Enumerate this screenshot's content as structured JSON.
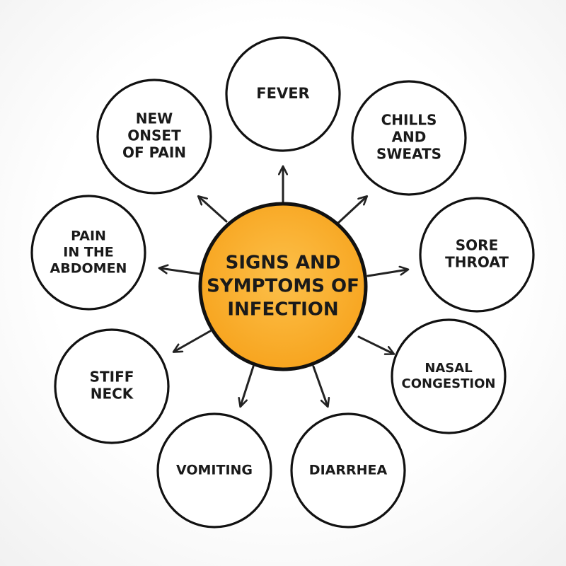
{
  "center": {
    "lines": [
      "SIGNS AND",
      "SYMPTOMS OF",
      "INFECTION"
    ],
    "fill": "#f7a21b",
    "highlight": "#fcc04a"
  },
  "nodes": [
    {
      "id": "fever",
      "lines": [
        "FEVER"
      ]
    },
    {
      "id": "chills-and-sweats",
      "lines": [
        "CHILLS",
        "AND",
        "SWEATS"
      ]
    },
    {
      "id": "sore-throat",
      "lines": [
        "SORE",
        "THROAT"
      ]
    },
    {
      "id": "nasal-congestion",
      "lines": [
        "NASAL",
        "CONGESTION"
      ]
    },
    {
      "id": "diarrhea",
      "lines": [
        "DIARRHEA"
      ]
    },
    {
      "id": "vomiting",
      "lines": [
        "VOMITING"
      ]
    },
    {
      "id": "stiff-neck",
      "lines": [
        "STIFF",
        "NECK"
      ]
    },
    {
      "id": "pain-in-the-abdomen",
      "lines": [
        "PAIN",
        "IN THE",
        "ABDOMEN"
      ]
    },
    {
      "id": "new-onset-of-pain",
      "lines": [
        "NEW",
        "ONSET",
        "OF PAIN"
      ]
    }
  ],
  "colors": {
    "stroke": "#111111",
    "node_fill": "#ffffff",
    "arrow": "#222222"
  }
}
